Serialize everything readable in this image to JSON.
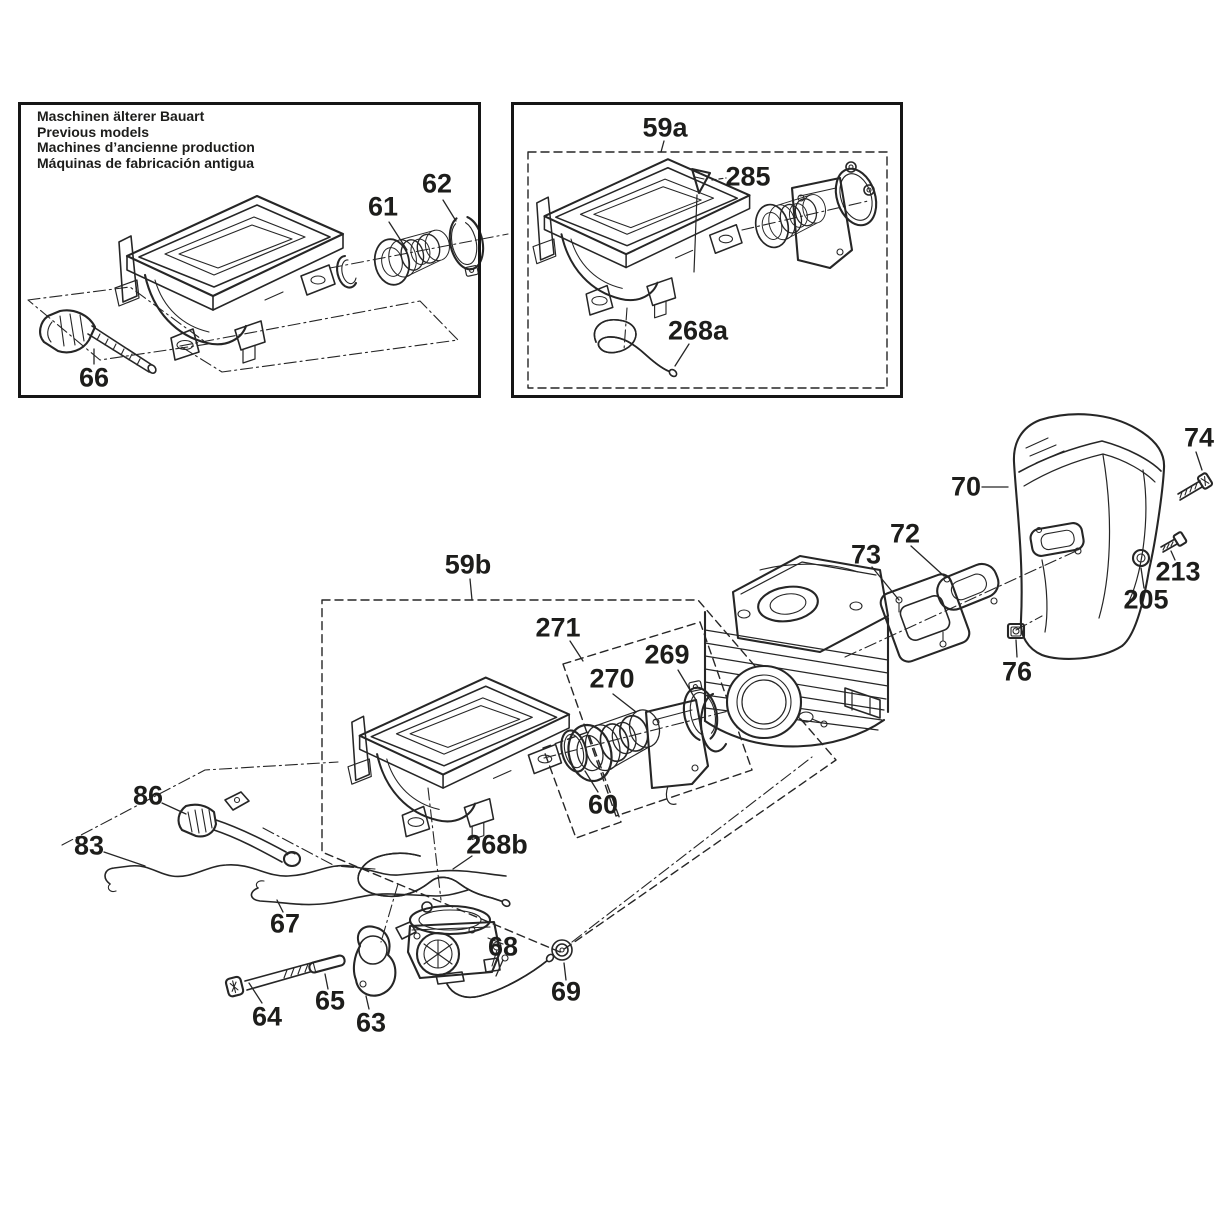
{
  "diagram": {
    "type": "exploded-parts-diagram",
    "inset": {
      "title_lines": [
        "Maschinen älterer Bauart",
        "Previous models",
        "Machines d’ancienne production",
        "Máquinas de fabricación antigua"
      ]
    },
    "labels": {
      "n59a": "59a",
      "n59b": "59b",
      "n60": "60",
      "n61": "61",
      "n62": "62",
      "n63": "63",
      "n64": "64",
      "n65": "65",
      "n66": "66",
      "n67": "67",
      "n68": "68",
      "n69": "69",
      "n70": "70",
      "n72": "72",
      "n73": "73",
      "n74": "74",
      "n76": "76",
      "n83": "83",
      "n86": "86",
      "n205": "205",
      "n213": "213",
      "n268a": "268a",
      "n268b": "268b",
      "n269": "269",
      "n270": "270",
      "n271": "271",
      "n285": "285"
    },
    "colors": {
      "ink": "#1d1d1b",
      "background": "#ffffff"
    }
  }
}
